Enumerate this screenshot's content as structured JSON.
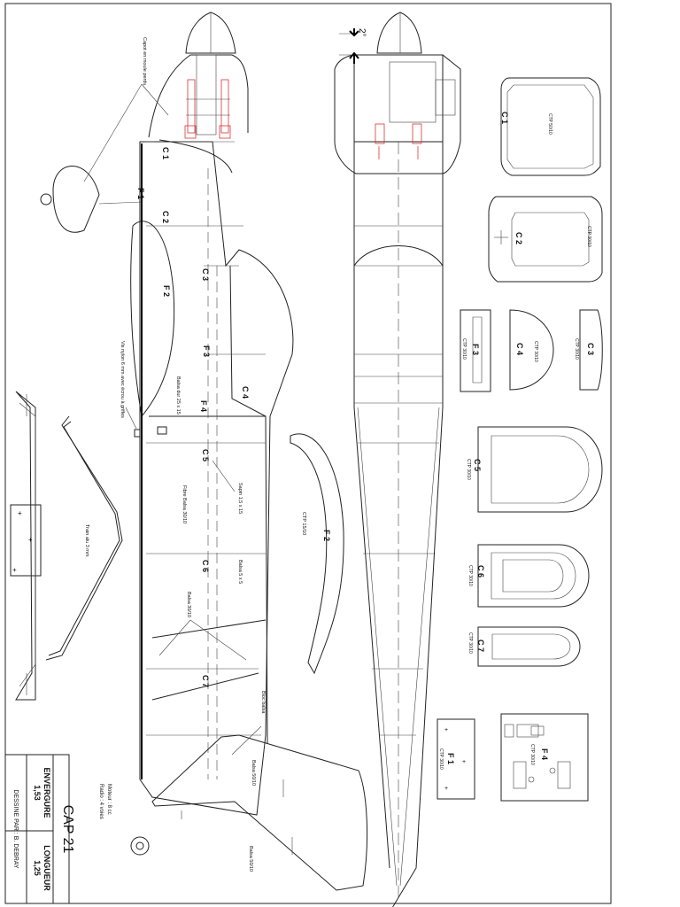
{
  "title_block": {
    "title": "CAP 21",
    "envergure_label": "ENVERGURE",
    "envergure_value": "1,53",
    "longueur_label": "LONGUEUR",
    "longueur_value": "1,25",
    "designer": "DESSINE PAR : B. DEBRAY",
    "moteur": "Moteur : 8 cc",
    "radio": "Radio : 4 voies"
  },
  "side_view": {
    "capot": "Capot en moule perdu",
    "vis": "Vis nylon 6 mm avec écrou à griffes",
    "balsa_25": "Balsa dur 25 x 15",
    "fibre": "Fibre Balsa 30/10",
    "sapin": "Sapin 1,5 x 15",
    "balsa_55": "Balsa 5 x 5",
    "balsa_3010": "Balsa 30/10",
    "bloc": "Bloc balsa",
    "balsa_tail1": "Balsa 50/10",
    "balsa_tail2": "Balsa 50/10",
    "c1": "C 1",
    "f1": "F 1",
    "c2": "C 2",
    "c3": "C 3",
    "f2": "F 2",
    "f3": "F 3",
    "f4": "F 4",
    "c4": "C 4",
    "c5": "C 5",
    "c6": "C 6",
    "c7": "C 7"
  },
  "gear": {
    "train": "Train alu 3 mm"
  },
  "top_view": {
    "angle": "2°"
  },
  "parts": {
    "c1": "C 1",
    "c1_mat": "CTP 50/10",
    "c2": "C 2",
    "c2_mat": "CTP 30/10",
    "f3": "F 3",
    "f3_mat": "CTP 30/10",
    "c4": "C 4",
    "c4_mat": "CTP 30/10",
    "c3": "C 3",
    "c3_mat": "CTP 30/10",
    "c5": "C 5",
    "c5_mat": "CTP 30/10",
    "c6": "C 6",
    "c6_mat": "CTP 30/10",
    "c7": "C 7",
    "c7_mat": "CTP 30/10",
    "f2": "F 2",
    "f2_mat": "CTP 15/10",
    "f1": "F 1",
    "f1_mat": "CTP 30/10",
    "f4": "F 4",
    "f4_mat": "CTP 30/10"
  }
}
